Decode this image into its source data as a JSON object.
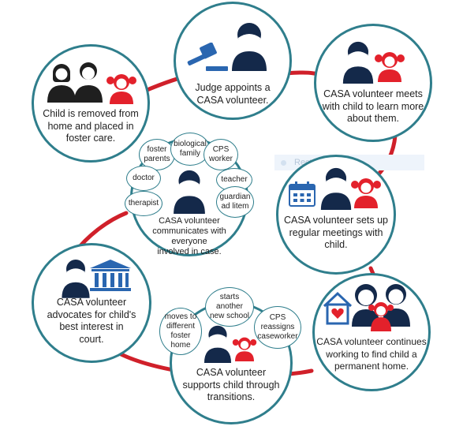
{
  "colors": {
    "accent_ring": "#d0202a",
    "circle_border": "#2f7e8c",
    "volunteer_navy": "#14294a",
    "child_red": "#e3212b",
    "adult_black": "#1f1f1f",
    "court_blue": "#2a66b0"
  },
  "steps": [
    {
      "text": "Child is removed from\nhome and placed in\nfoster care.",
      "icons": [
        "adult-woman-icon",
        "adult-man-icon",
        "child-girl-icon"
      ]
    },
    {
      "text": "Judge appoints a\nCASA volunteer.",
      "icons": [
        "gavel-icon",
        "volunteer-icon"
      ]
    },
    {
      "text": "CASA volunteer meets\nwith child to learn more\nabout them.",
      "icons": [
        "volunteer-icon",
        "child-girl-icon"
      ]
    },
    {
      "text": "CASA volunteer sets up\nregular meetings with\nchild.",
      "icons": [
        "calendar-icon",
        "volunteer-icon",
        "child-girl-icon"
      ]
    },
    {
      "text": "CASA volunteer continues\nworking to find child a\npermanent home.",
      "icons": [
        "home-heart-icon",
        "family-icon"
      ]
    },
    {
      "text": "CASA volunteer\nsupports child through\ntransitions.",
      "icons": [
        "volunteer-icon",
        "child-girl-icon"
      ]
    },
    {
      "text": "CASA volunteer\nadvocates for child's\nbest interest in\ncourt.",
      "icons": [
        "volunteer-icon",
        "courthouse-icon"
      ]
    },
    {
      "text": "CASA volunteer\ncommunicates with\neveryone\ninvolved in case.",
      "icons": [
        "volunteer-icon"
      ]
    }
  ],
  "communicate_bubbles": [
    "foster\nparents",
    "biological\nfamily",
    "CPS\nworker",
    "doctor",
    "teacher",
    "therapist",
    "guardian\nad litem"
  ],
  "transition_bubbles": [
    "moves to\ndifferent\nfoster\nhome",
    "starts\nanother\nnew school",
    "CPS\nreassigns\ncaseworker"
  ],
  "faded_selection_label": "Rectangular Sn"
}
